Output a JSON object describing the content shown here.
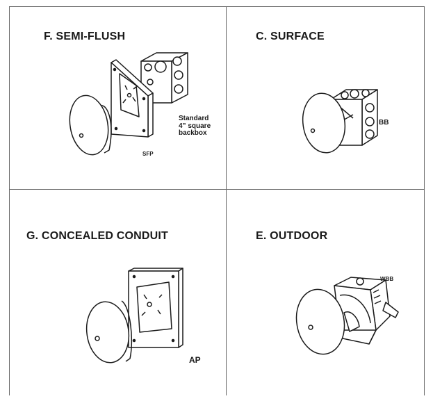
{
  "panels": {
    "semi_flush": {
      "title": "F. SEMI-FLUSH",
      "callout_lines": [
        "Standard",
        "4” square",
        "backbox"
      ],
      "part_code": "SFP"
    },
    "surface": {
      "title": "C. SURFACE",
      "part_code": "BB"
    },
    "concealed": {
      "title": "G. CONCEALED CONDUIT",
      "part_code": "AP"
    },
    "outdoor": {
      "title": "E. OUTDOOR",
      "part_code": "WBB"
    }
  },
  "colors": {
    "line": "#1a1a1a",
    "border": "#6b6b6b",
    "background": "#ffffff"
  }
}
